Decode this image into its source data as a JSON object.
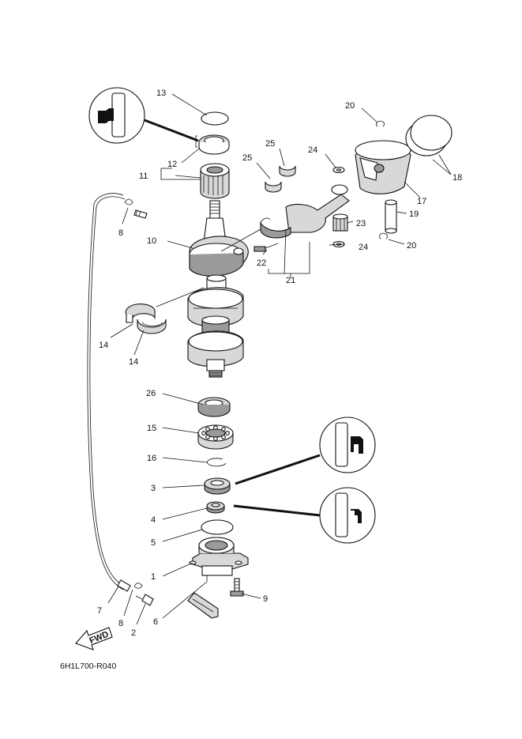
{
  "diagram_code": "6H1L700-R040",
  "fwd_label": "FWD",
  "callouts": [
    {
      "id": "c1",
      "text": "1"
    },
    {
      "id": "c2",
      "text": "2"
    },
    {
      "id": "c3",
      "text": "3"
    },
    {
      "id": "c4",
      "text": "4"
    },
    {
      "id": "c5",
      "text": "5"
    },
    {
      "id": "c6",
      "text": "6"
    },
    {
      "id": "c7",
      "text": "7"
    },
    {
      "id": "c8a",
      "text": "8"
    },
    {
      "id": "c8b",
      "text": "8"
    },
    {
      "id": "c9",
      "text": "9"
    },
    {
      "id": "c10",
      "text": "10"
    },
    {
      "id": "c11",
      "text": "11"
    },
    {
      "id": "c12",
      "text": "12"
    },
    {
      "id": "c13",
      "text": "13"
    },
    {
      "id": "c14a",
      "text": "14"
    },
    {
      "id": "c14b",
      "text": "14"
    },
    {
      "id": "c15",
      "text": "15"
    },
    {
      "id": "c16",
      "text": "16"
    },
    {
      "id": "c17",
      "text": "17"
    },
    {
      "id": "c18",
      "text": "18"
    },
    {
      "id": "c19",
      "text": "19"
    },
    {
      "id": "c20a",
      "text": "20"
    },
    {
      "id": "c20b",
      "text": "20"
    },
    {
      "id": "c21",
      "text": "21"
    },
    {
      "id": "c22",
      "text": "22"
    },
    {
      "id": "c23",
      "text": "23"
    },
    {
      "id": "c24a",
      "text": "24"
    },
    {
      "id": "c24b",
      "text": "24"
    },
    {
      "id": "c25a",
      "text": "25"
    },
    {
      "id": "c25b",
      "text": "25"
    },
    {
      "id": "c26",
      "text": "26"
    }
  ]
}
